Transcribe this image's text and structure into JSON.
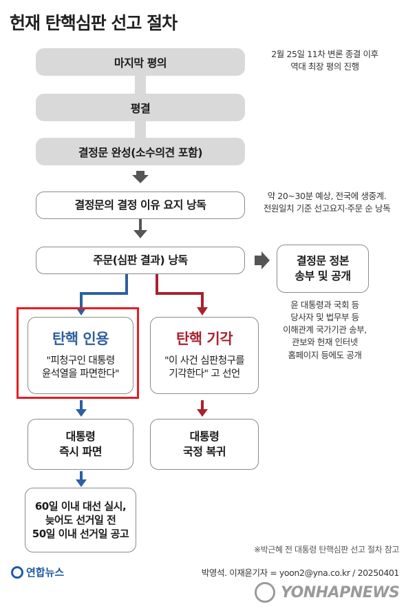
{
  "title": "헌재 탄핵심판 선고 절차",
  "steps": {
    "step1": "마지막 평의",
    "step2": "평결",
    "step3": "결정문 완성(소수의견 포함)",
    "step4": "결정문의 결정 이유 요지 낭독",
    "step5": "주문(심판 결과) 낭독",
    "side_box_line1": "결정문 정본",
    "side_box_line2": "송부 및 공개"
  },
  "notes": {
    "note1_line1": "2월 25일 11차 변론 종결 이후",
    "note1_line2": "역대 최장 평의 진행",
    "note2_line1": "약 20~30분 예상, 전국에 생중계.",
    "note2_line2": "전원일치 기준 선고요지·주문 순 낭독",
    "note3_lines": [
      "윤 대통령과 국회 등",
      "당사자 및 법무부 등",
      "이해관계 국가기관 송부,",
      "관보와 헌재 인터넷",
      "홈페이지 등에도 공개"
    ]
  },
  "outcomes": {
    "cite_title": "탄핵 인용",
    "cite_quote_line1": "\"피청구인 대통령",
    "cite_quote_line2": "윤석열을 파면한다\"",
    "dismiss_title": "탄핵 기각",
    "dismiss_quote_line1": "\"이 사건 심판청구를",
    "dismiss_quote_line2": "기각한다\" 고 선언",
    "cite_result_line1": "대통령",
    "cite_result_line2": "즉시 파면",
    "dismiss_result_line1": "대통령",
    "dismiss_result_line2": "국정 복귀",
    "election_line1": "60일 이내 대선 실시,",
    "election_line2": "늦어도 선거일 전",
    "election_line3": "50일 이내 선거일 공고"
  },
  "footer": {
    "reference": "※박근혜 전 대통령 탄핵심판 선고 절차 참고",
    "credit": "박영석. 이재윤기자 = yoon2@yna.co.kr / 20250401",
    "logo_text": "연합뉴스",
    "watermark": "YONHAPNEWS"
  },
  "colors": {
    "blue": "#2c5f9e",
    "red": "#a8222e",
    "highlight": "#e51c23",
    "gray_box": "#d9d9d9"
  }
}
